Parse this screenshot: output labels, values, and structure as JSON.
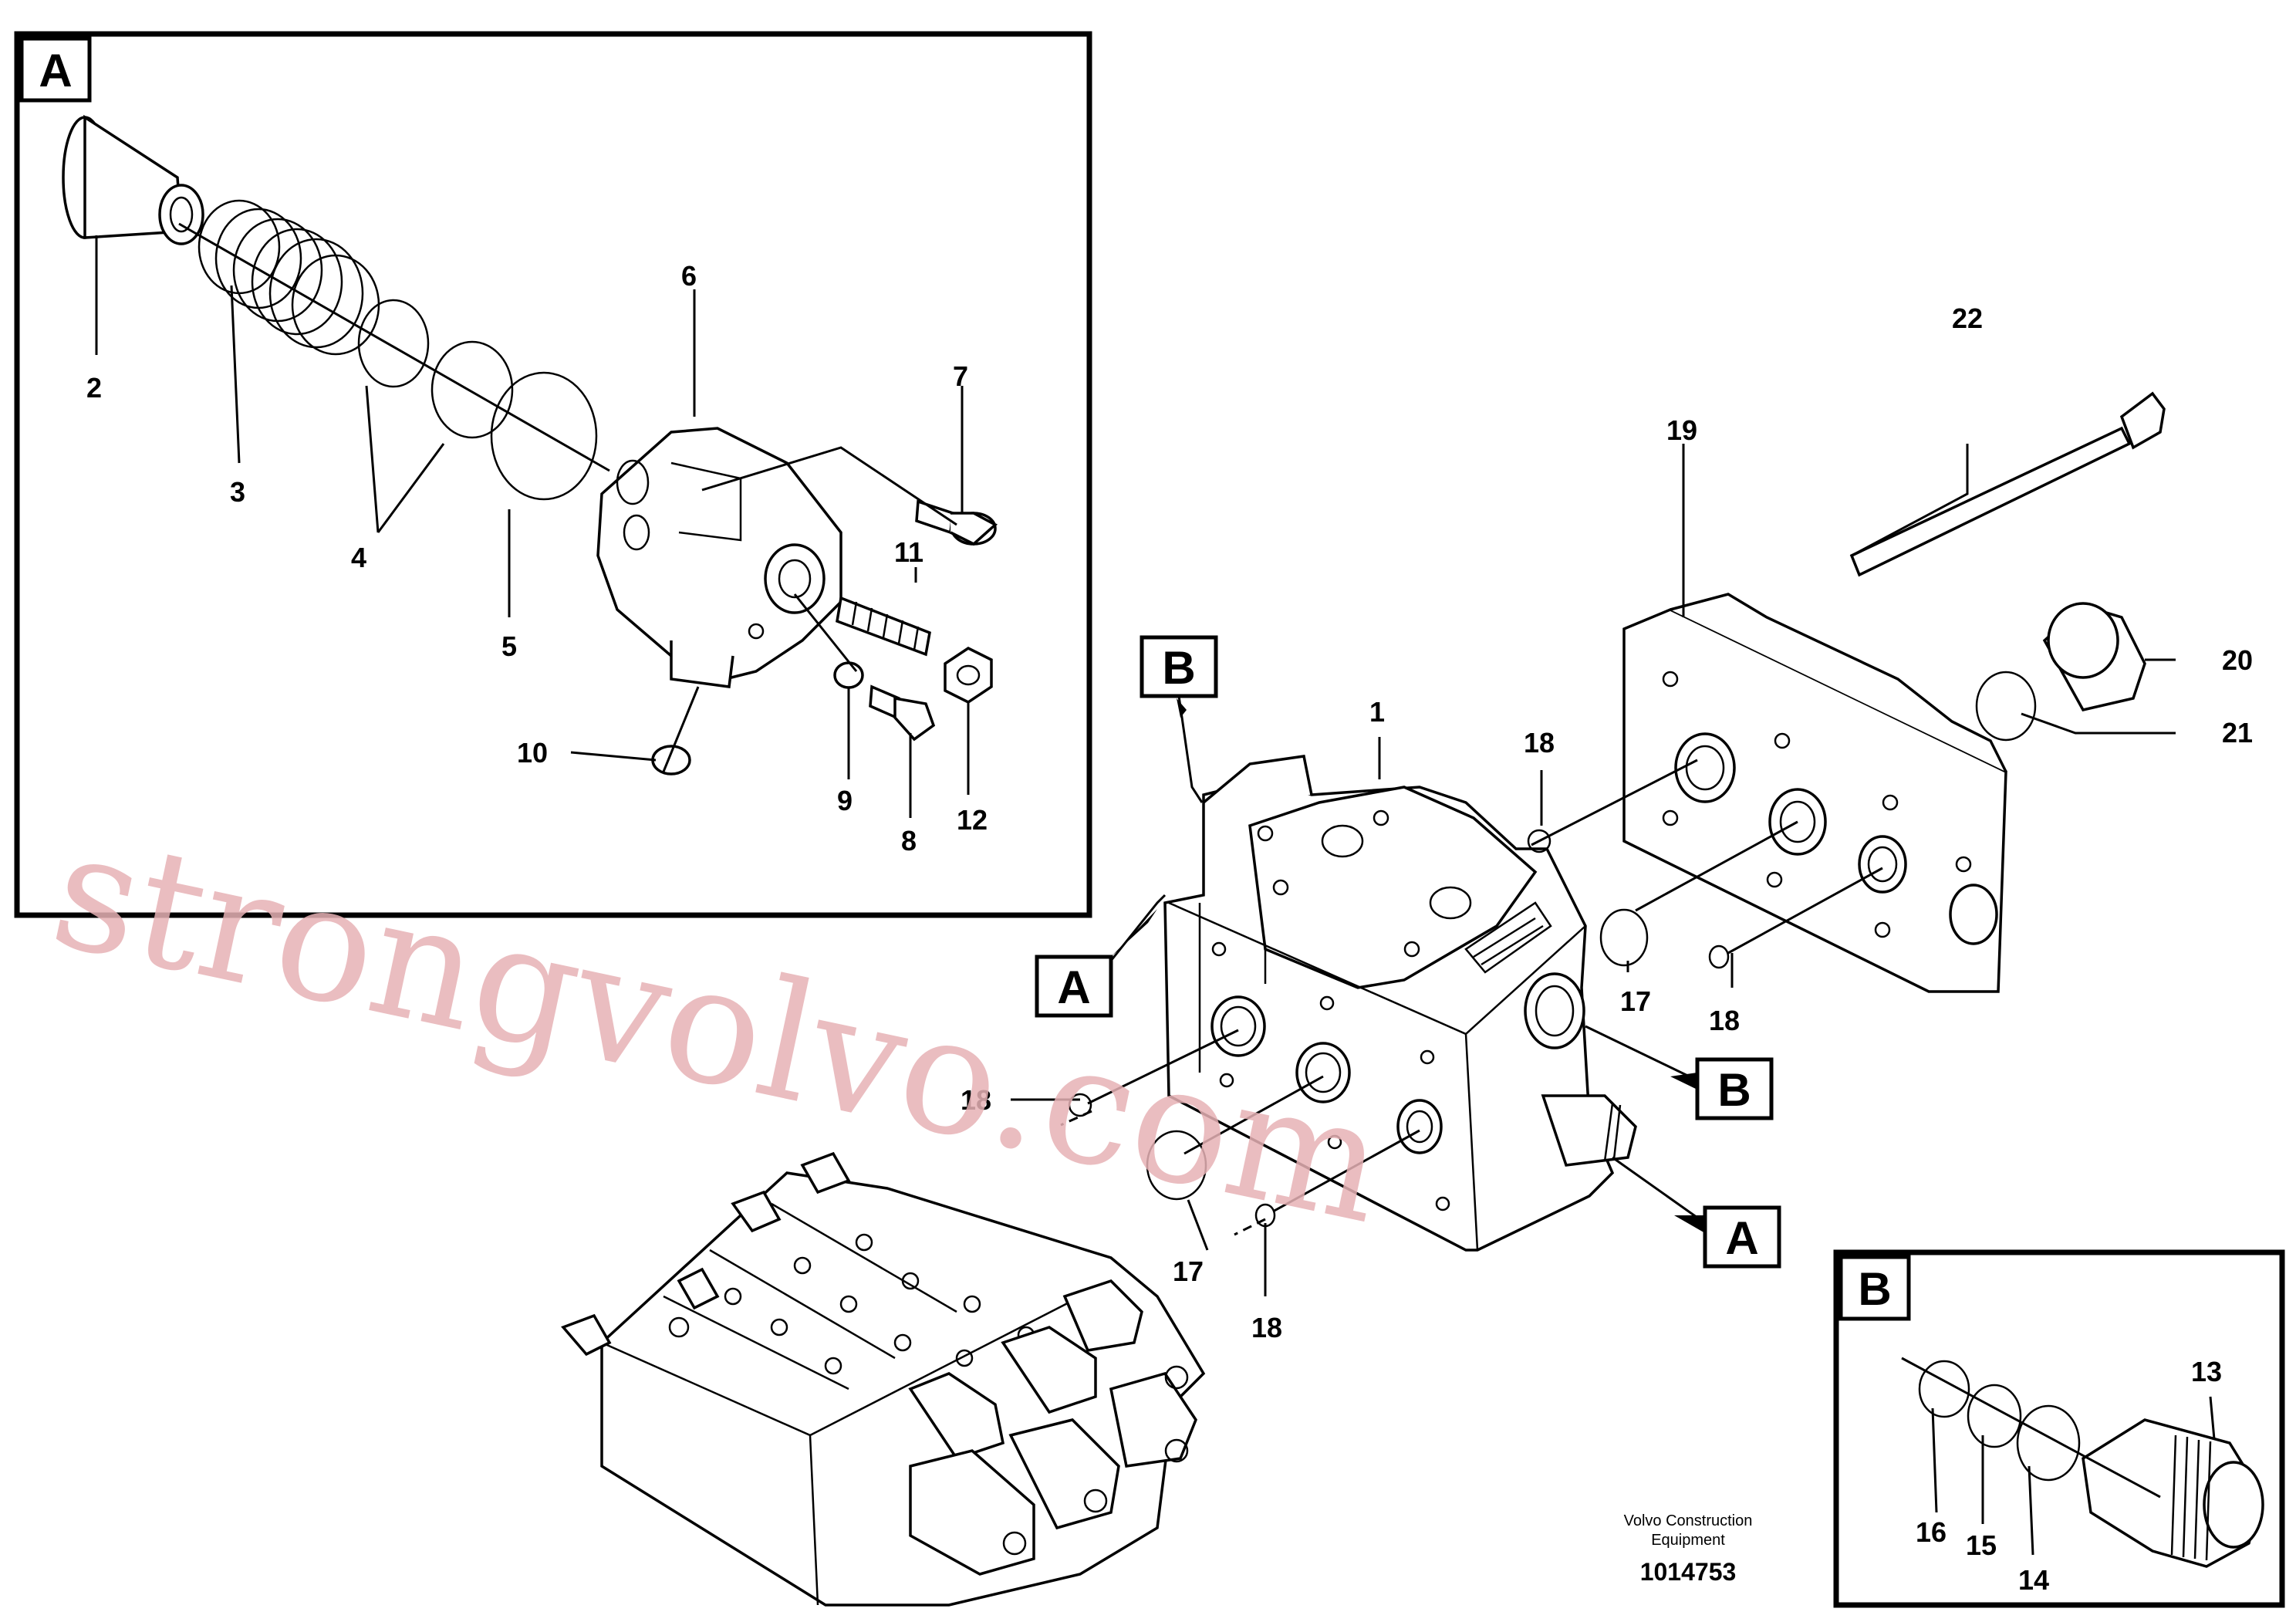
{
  "detail_views": {
    "A": {
      "label": "A"
    },
    "B": {
      "label": "B"
    }
  },
  "callouts": {
    "on_assembly": [
      {
        "label": "B"
      },
      {
        "label": "A"
      },
      {
        "label": "B"
      },
      {
        "label": "A"
      }
    ]
  },
  "part_numbers": {
    "n1": "1",
    "n2": "2",
    "n3": "3",
    "n4": "4",
    "n5": "5",
    "n6": "6",
    "n7": "7",
    "n8": "8",
    "n9": "9",
    "n10": "10",
    "n11": "11",
    "n12": "12",
    "n13": "13",
    "n14": "14",
    "n15": "15",
    "n16": "16",
    "n17a": "17",
    "n17b": "17",
    "n18a": "18",
    "n18b": "18",
    "n18c": "18",
    "n18d": "18",
    "n19": "19",
    "n20": "20",
    "n21": "21",
    "n22": "22"
  },
  "footer": {
    "company_line1": "Volvo Construction",
    "company_line2": "Equipment",
    "drawing_number": "1014753"
  },
  "watermark": "strongvolvo.com"
}
